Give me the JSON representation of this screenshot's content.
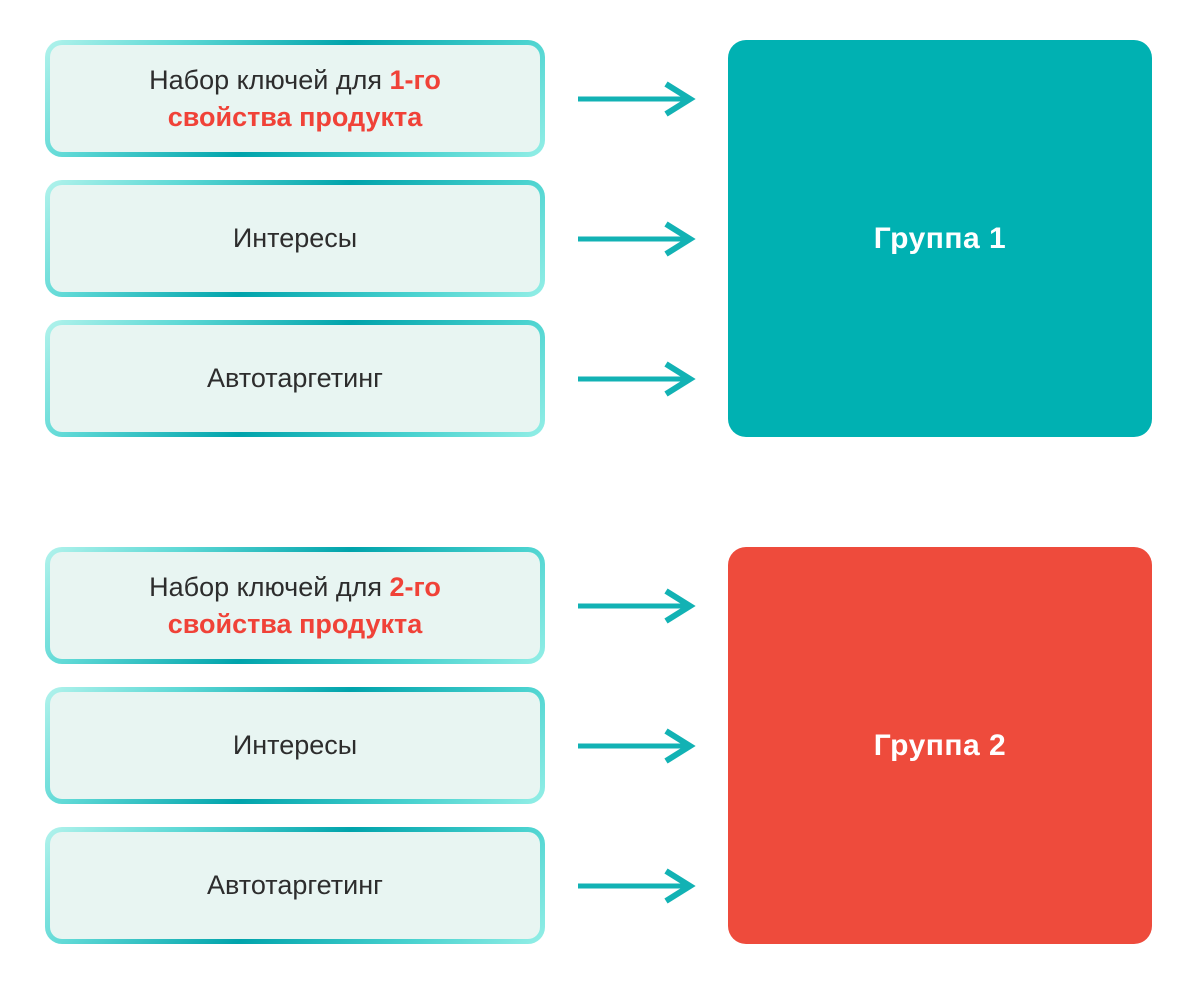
{
  "diagram_title": "",
  "colors": {
    "group1_fill": "#00b1b2",
    "group2_fill": "#ee4b3c",
    "accent_text": "#f04238",
    "body_text": "#2d2d2d",
    "input_fill": "#e8f5f2",
    "border_gradient_light": "#aef2ea",
    "border_gradient_dark": "#00a3ab",
    "arrow": "#12b2b4",
    "background": "#ffffff"
  },
  "sections": [
    {
      "group": {
        "label": "Группа 1"
      },
      "inputs": [
        {
          "prefix": "Набор ключей для ",
          "accent": "1-го",
          "line2": "свойства продукта"
        },
        {
          "label": "Интересы"
        },
        {
          "label": "Автотаргетинг"
        }
      ]
    },
    {
      "group": {
        "label": "Группа 2"
      },
      "inputs": [
        {
          "prefix": "Набор ключей для ",
          "accent": "2-го",
          "line2": "свойства продукта"
        },
        {
          "label": "Интересы"
        },
        {
          "label": "Автотаргетинг"
        }
      ]
    }
  ]
}
